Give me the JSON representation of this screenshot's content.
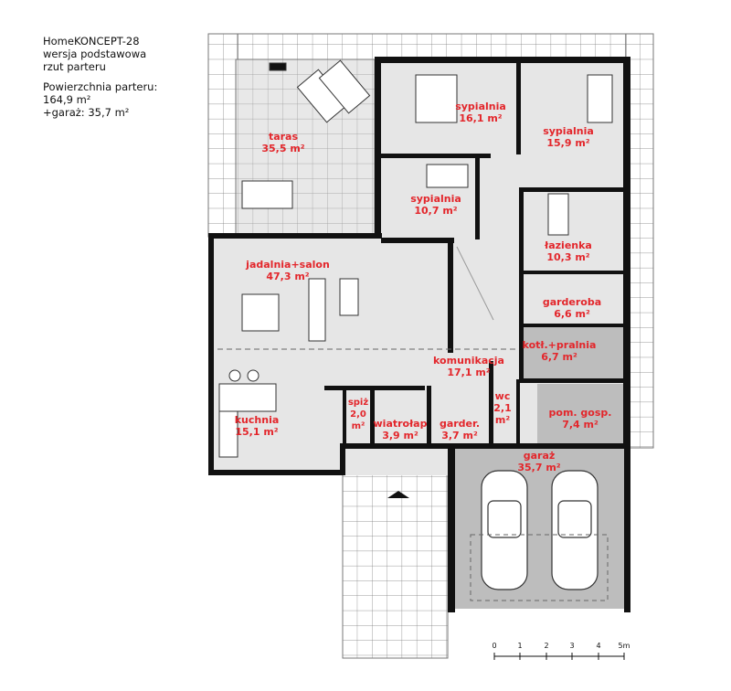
{
  "info": {
    "project": "HomeKONCEPT-28",
    "variant": "wersja podstawowa",
    "plan": "rzut parteru",
    "area_label": "Powierzchnia parteru:",
    "area_value": "164,9 m²",
    "garage_area": "+garaż: 35,7 m²"
  },
  "rooms": [
    {
      "name": "taras",
      "area": "35,5 m²"
    },
    {
      "name": "sypialnia",
      "area": "16,1 m²"
    },
    {
      "name": "sypialnia",
      "area": "15,9 m²"
    },
    {
      "name": "sypialnia",
      "area": "10,7 m²"
    },
    {
      "name": "łazienka",
      "area": "10,3 m²"
    },
    {
      "name": "jadalnia+salon",
      "area": "47,3 m²"
    },
    {
      "name": "garderoba",
      "area": "6,6 m²"
    },
    {
      "name": "kotł.+pralnia",
      "area": "6,7 m²"
    },
    {
      "name": "komunikacja",
      "area": "17,1 m²"
    },
    {
      "name": "kuchnia",
      "area": "15,1 m²"
    },
    {
      "name": "spiż",
      "area": "2,0 m²"
    },
    {
      "name": "wiatrołap",
      "area": "3,9 m²"
    },
    {
      "name": "garder.",
      "area": "3,7 m²"
    },
    {
      "name": "wc",
      "area": "2,1 m²"
    },
    {
      "name": "pom. gosp.",
      "area": "7,4 m²"
    },
    {
      "name": "garaż",
      "area": "35,7 m²"
    }
  ],
  "scale": {
    "ticks": [
      "0",
      "1",
      "2",
      "3",
      "4",
      "5m"
    ]
  },
  "colors": {
    "label": "#e3262b",
    "wall": "#111111",
    "floor": "#e6e6e6",
    "service": "#bdbdbd"
  }
}
